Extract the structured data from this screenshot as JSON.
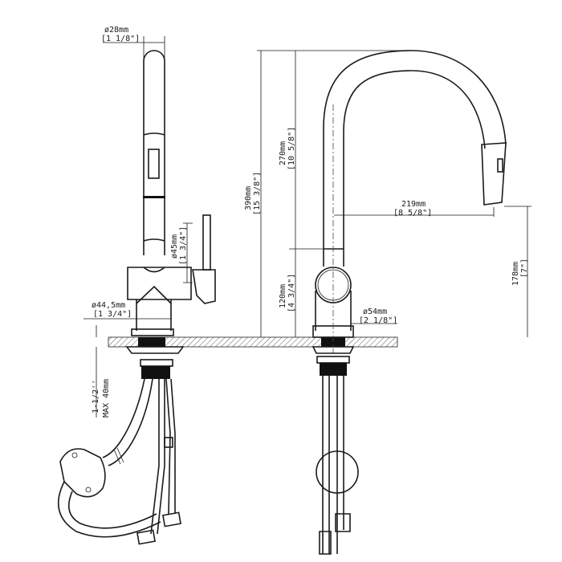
{
  "dimensions": {
    "spout_diameter": {
      "mm": "ø28mm",
      "in": "[1 1/8\"]"
    },
    "body_diameter": {
      "mm": "ø45mm",
      "in": "[1 3/4\"]"
    },
    "neck_diameter": {
      "mm": "ø44,5mm",
      "in": "[1 3/4\"]"
    },
    "total_height": {
      "mm": "390mm",
      "in": "[15 3/8\"]"
    },
    "spout_height": {
      "mm": "270mm",
      "in": "[10 5/8\"]"
    },
    "handle_height": {
      "mm": "120mm",
      "in": "[4 3/4\"]"
    },
    "reach": {
      "mm": "219mm",
      "in": "[8 5/8\"]"
    },
    "spout_clearance": {
      "mm": "178mm",
      "in": "[7\"]"
    },
    "base_diameter": {
      "mm": "ø54mm",
      "in": "[2 1/8\"]"
    },
    "deck_thickness": {
      "line1": "1-1/2''",
      "line2": "MAX 40mm"
    }
  }
}
